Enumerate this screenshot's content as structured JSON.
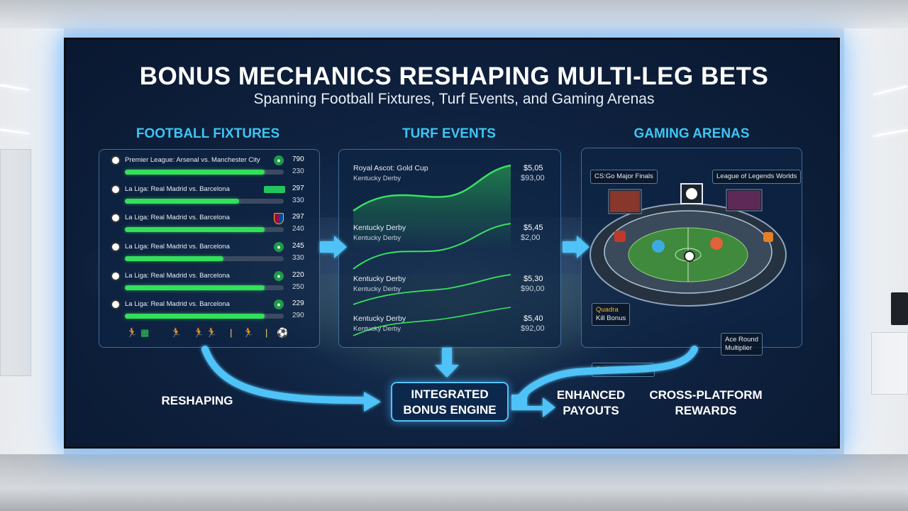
{
  "title": "BONUS MECHANICS RESHAPING MULTI-LEG BETS",
  "subtitle": "Spanning Football Fixtures, Turf Events, and Gaming Arenas",
  "sections": {
    "football": {
      "heading": "FOOTBALL FIXTURES",
      "rows": [
        {
          "label": "Premier League: Arsenal vs. Manchester City",
          "v1": "790",
          "v2": "230",
          "fill": 0.88
        },
        {
          "label": "La Liga: Real Madrid vs. Barcelona",
          "v1": "297",
          "v2": "330",
          "fill": 0.72
        },
        {
          "label": "La Liga: Real Madrid vs. Barcelona",
          "v1": "297",
          "v2": "240",
          "fill": 0.88
        },
        {
          "label": "La Liga: Real Madrid vs. Barcelona",
          "v1": "245",
          "v2": "330",
          "fill": 0.62
        },
        {
          "label": "La Liga: Real Madrid vs. Barcelona",
          "v1": "220",
          "v2": "250",
          "fill": 0.88
        },
        {
          "label": "La Liga: Real Madrid vs. Barcelona",
          "v1": "229",
          "v2": "290",
          "fill": 0.88
        }
      ]
    },
    "turf": {
      "heading": "TURF EVENTS",
      "rows": [
        {
          "name": "Royal Ascot: Gold Cup",
          "sub": "Kentucky Derby",
          "odd1": "$5,05",
          "odd2": "$93,00"
        },
        {
          "name": "Kentucky Derby",
          "sub": "Kentucky Derby",
          "odd1": "$5,45",
          "odd2": "$2,00"
        },
        {
          "name": "Kentucky Derby",
          "sub": "Kentucky Derby",
          "odd1": "$5,30",
          "odd2": "$90,00"
        },
        {
          "name": "Kentucky Derby",
          "sub": "Kentucky Derby",
          "odd1": "$5,40",
          "odd2": "$92,00"
        }
      ]
    },
    "gaming": {
      "heading": "GAMING ARENAS",
      "tags": {
        "csgo": "CS:Go Major Finals",
        "lol": "League of Legends Worlds",
        "quadra_top_hl": "Quadra",
        "quadra_top_rest": "Kill Bonus",
        "ace_line1": "Ace Round",
        "ace_line2": "Multiplier",
        "quadra_bottom_hl": "Quadra",
        "quadra_bottom_rest": "Kill Bonus"
      }
    }
  },
  "flow": {
    "reshaping": "RESHAPING",
    "engine_line1": "INTEGRATED",
    "engine_line2": "BONUS ENGINE",
    "payouts_line1": "ENHANCED",
    "payouts_line2": "PAYOUTS",
    "rewards_line1": "CROSS-PLATFORM",
    "rewards_line2": "REWARDS"
  },
  "colors": {
    "heading": "#3ec5f2",
    "bar": "#33e05a",
    "arrow": "#4fc3f7"
  }
}
